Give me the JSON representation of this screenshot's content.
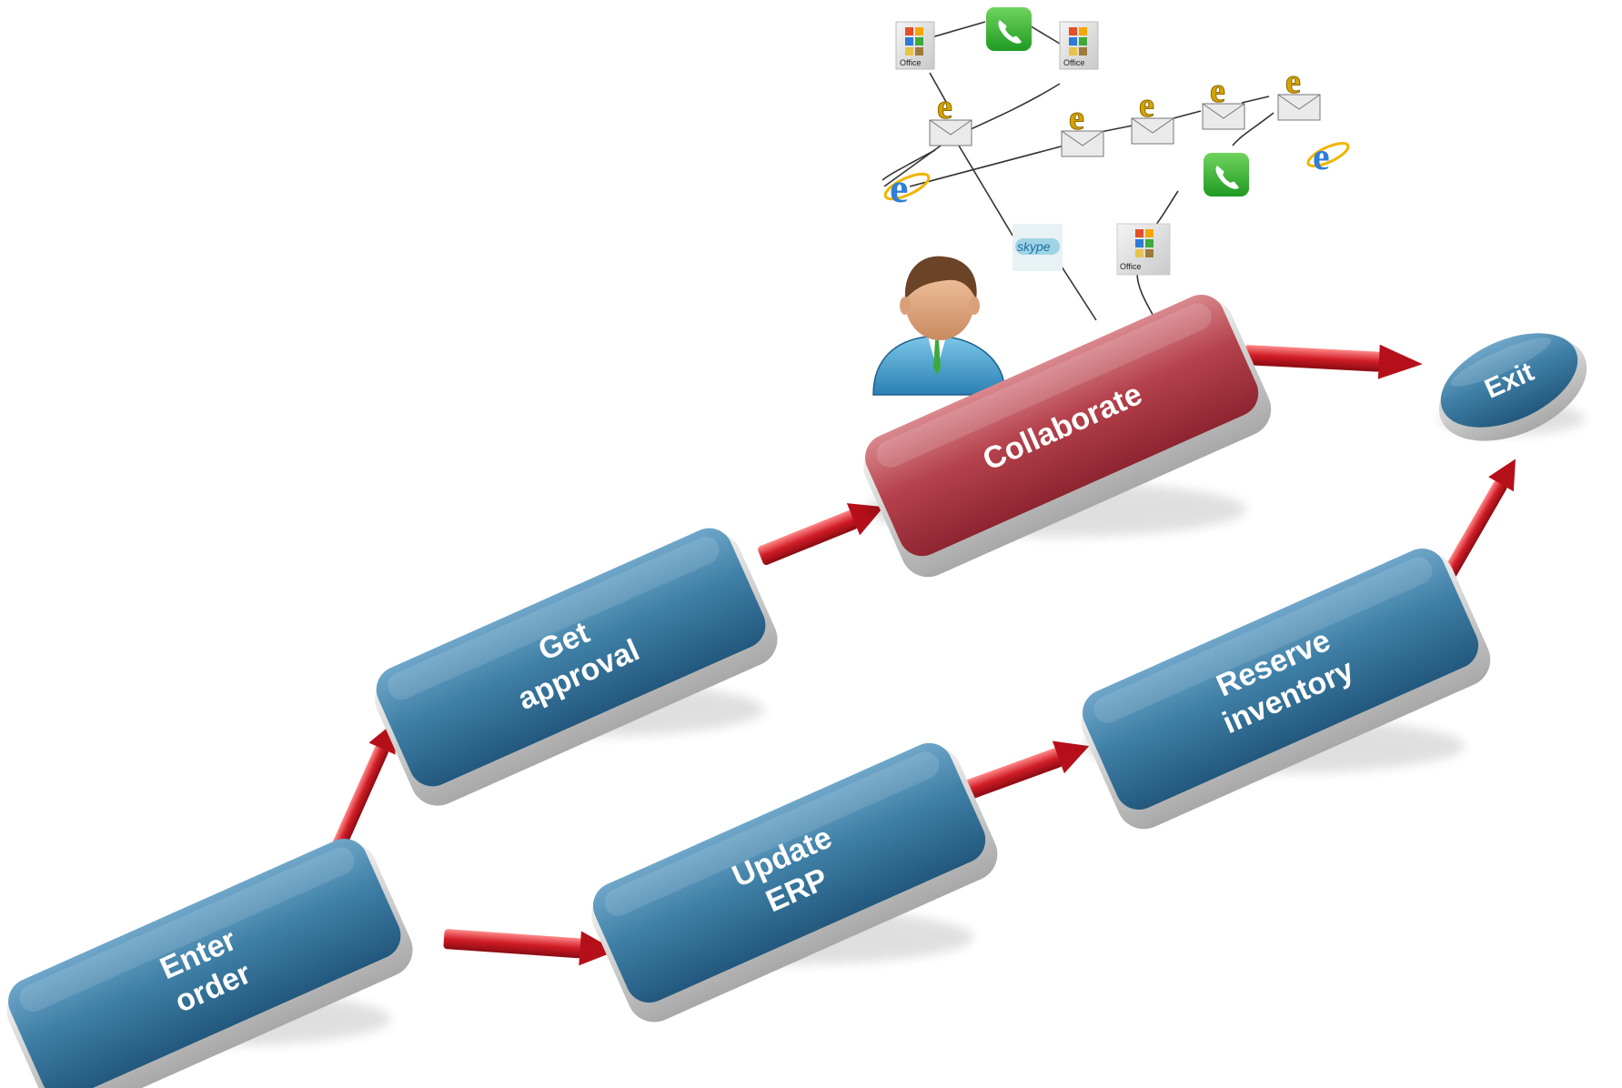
{
  "colors": {
    "process_box": "#3f7fa6",
    "highlight_box": "#b5424c",
    "arrow": "#c8141e",
    "background": "#ffffff"
  },
  "steps": [
    {
      "label_line1": "Enter",
      "label_line2": "order"
    },
    {
      "label_line1": "Get",
      "label_line2": "approval"
    },
    {
      "label_line1": "Collaborate",
      "label_line2": ""
    },
    {
      "label_line1": "Update",
      "label_line2": "ERP"
    },
    {
      "label_line1": "Reserve",
      "label_line2": "inventory"
    },
    {
      "label_line1": "Exit",
      "label_line2": ""
    }
  ],
  "icons": {
    "office_label": "Office",
    "skype_label": "skype",
    "ie_letter": "e"
  }
}
